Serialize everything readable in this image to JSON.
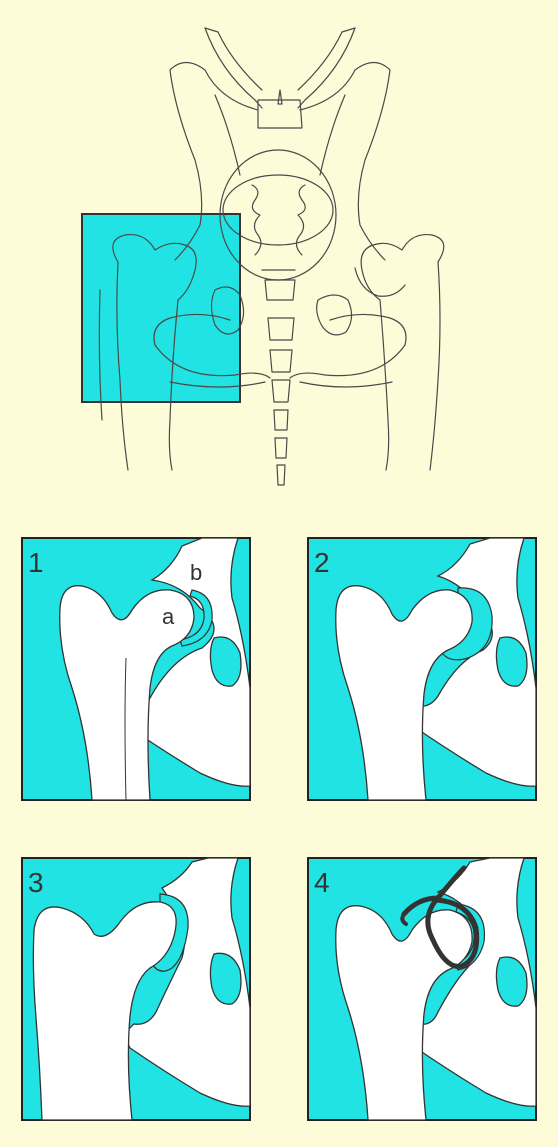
{
  "colors": {
    "background": "#fefbd8",
    "cyan": "#22e3e3",
    "bone": "#ffffff",
    "line": "#4a4a4a",
    "dark": "#333333"
  },
  "panels": [
    {
      "number": "1",
      "labels": {
        "a": "a",
        "b": "b"
      }
    },
    {
      "number": "2"
    },
    {
      "number": "3"
    },
    {
      "number": "4"
    }
  ]
}
